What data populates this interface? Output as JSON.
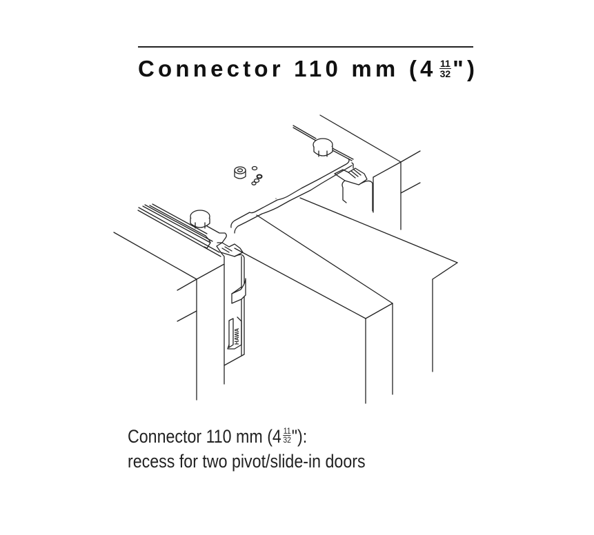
{
  "header": {
    "title_main": "Connector 110 mm (4",
    "title_frac_num": "11",
    "title_frac_den": "32",
    "title_end": "\")"
  },
  "figure": {
    "description": "Isometric line drawing of connector joining two frame sections with two pivot/slide-in doors recessed",
    "brand_mark": "HAWA",
    "components": [
      "frame-left",
      "frame-right",
      "top-rail",
      "adjuster-bolt-left",
      "adjuster-bolt-right",
      "connector-plate",
      "door-front",
      "door-middle",
      "door-back",
      "hinge-bracket",
      "screw-set"
    ],
    "colors": {
      "stroke": "#222222",
      "background": "#ffffff"
    }
  },
  "caption": {
    "line1_main": "Connector 110 mm (4",
    "line1_frac_num": "11",
    "line1_frac_den": "32",
    "line1_end": "\"):",
    "line2": "recess for two pivot/slide-in doors"
  }
}
